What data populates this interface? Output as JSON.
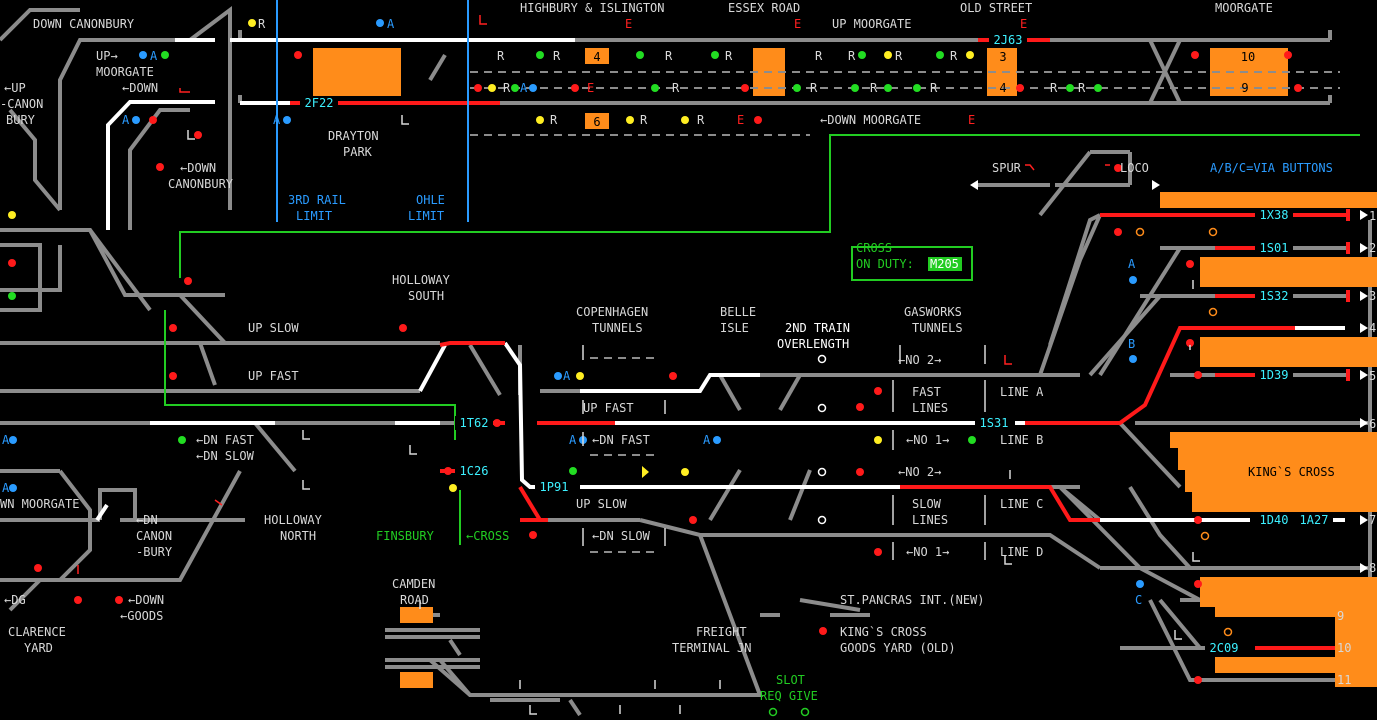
{
  "labels": {
    "down_canonbury_top": "DOWN CANONBURY",
    "up_moorgate_left": "UP→",
    "moorgate_left": "MOORGATE",
    "down_left": "←DOWN",
    "up_canonbury_1": "←UP",
    "up_canonbury_2": "-CANON",
    "up_canonbury_3": "BURY",
    "down_canonbury_2": "←DOWN",
    "canonbury_2": "CANONBURY",
    "highbury": "HIGHBURY & ISLINGTON",
    "essex_road": "ESSEX ROAD",
    "up_moorgate_top": "UP MOORGATE",
    "old_street": "OLD STREET",
    "moorgate": "MOORGATE",
    "drayton_1": "DRAYTON",
    "drayton_2": "PARK",
    "third_rail_1": "3RD RAIL",
    "third_rail_2": "LIMIT",
    "ohle_1": "OHLE",
    "ohle_2": "LIMIT",
    "down_moorgate": "←DOWN MOORGATE",
    "spur": "SPUR",
    "loco": "LOCO",
    "via_buttons": "A/B/C=VIA BUTTONS",
    "cross_title": "CROSS",
    "on_duty": "ON DUTY:",
    "on_duty_value": "M205",
    "holloway_south_1": "HOLLOWAY",
    "holloway_south_2": "SOUTH",
    "up_slow": "UP SLOW",
    "up_fast": "UP FAST",
    "copenhagen_1": "COPENHAGEN",
    "copenhagen_2": "TUNNELS",
    "belle_1": "BELLE",
    "belle_2": "ISLE",
    "second_train_1": "2ND TRAIN",
    "second_train_2": "OVERLENGTH",
    "gasworks_1": "GASWORKS",
    "gasworks_2": "TUNNELS",
    "no2_a": "←NO 2→",
    "fast_1": "FAST",
    "fast_2": "LINES",
    "line_a": "LINE A",
    "up_fast_mid": "UP FAST",
    "no1_a": "←NO 1→",
    "line_b": "LINE B",
    "dn_fast_left": "←DN FAST",
    "dn_slow_left": "←DN SLOW",
    "dn_fast_mid": "←DN FAST",
    "no2_b": "←NO 2→",
    "slow_1": "SLOW",
    "slow_2": "LINES",
    "line_c": "LINE C",
    "up_slow_mid": "UP SLOW",
    "kings_cross": "KING`S CROSS",
    "wn_moorgate": "WN MOORGATE",
    "dn_canon_1": "←DN",
    "dn_canon_2": "CANON",
    "dn_canon_3": "-BURY",
    "holloway_north_1": "HOLLOWAY",
    "holloway_north_2": "NORTH",
    "finsbury": "FINSBURY",
    "cross_arrow": "←CROSS",
    "dn_slow_mid": "←DN SLOW",
    "no1_b": "←NO 1→",
    "line_d": "LINE D",
    "dg": "←DG",
    "down_goods_1": "←DOWN",
    "down_goods_2": "←GOODS",
    "clarence_1": "CLARENCE",
    "clarence_2": "YARD",
    "camden_1": "CAMDEN",
    "camden_2": "ROAD",
    "st_pancras": "ST.PANCRAS INT.(NEW)",
    "kx_goods_1": "KING`S CROSS",
    "kx_goods_2": "GOODS YARD (OLD)",
    "freight_1": "FREIGHT",
    "freight_2": "TERMINAL JN",
    "slot": "SLOT",
    "req_give": "REQ GIVE"
  },
  "train_ids": {
    "t2J63": "2J63",
    "t2F22": "2F22",
    "t1X38": "1X38",
    "t1S01": "1S01",
    "t1S32": "1S32",
    "t1D39": "1D39",
    "t1T62": "1T62",
    "t1S31": "1S31",
    "t1C26": "1C26",
    "t1P91": "1P91",
    "t1D40": "1D40",
    "t1A27": "1A27",
    "t2C09": "2C09"
  },
  "platforms": {
    "p4": "4",
    "p6": "6",
    "p3m": "3",
    "p4m": "4",
    "p10m": "10",
    "p9m": "9",
    "kx1": "1",
    "kx2": "2",
    "kx3": "3",
    "kx4": "4",
    "kx5": "5",
    "kx6": "6",
    "kx7": "7",
    "kx8": "8",
    "kx9": "9",
    "kx10": "10",
    "kx11": "11"
  },
  "markers": {
    "R": "R",
    "A": "A",
    "B": "B",
    "C": "C",
    "E": "E"
  },
  "colors": {
    "track": "#8c8c8c",
    "occupied": "#ff1a1a",
    "routed": "#ffffff",
    "platform": "#ff8c1a",
    "label": "#d8d8d8",
    "limit_line": "#2a9bff",
    "panel_border": "#22cc22"
  }
}
